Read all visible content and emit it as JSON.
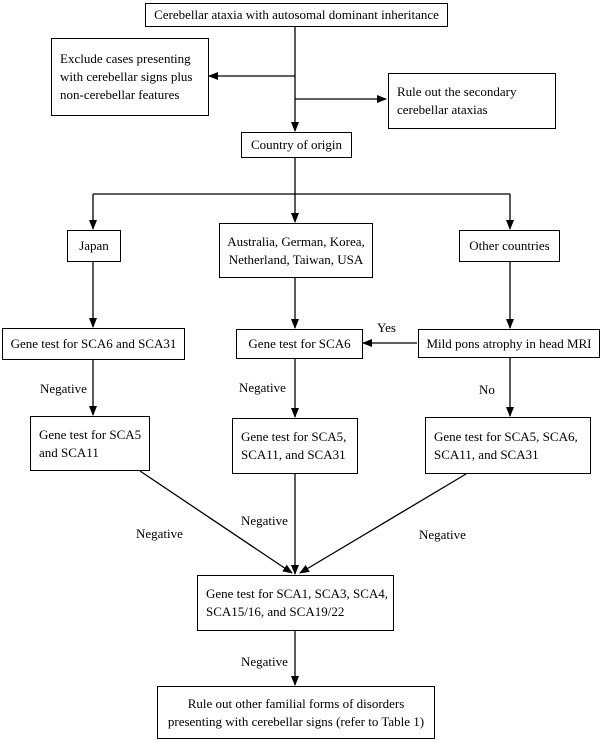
{
  "nodes": {
    "start": [
      "Cerebellar ataxia with autosomal dominant inheritance"
    ],
    "exclude": [
      "Exclude cases presenting",
      "with cerebellar signs plus",
      "non-cerebellar features"
    ],
    "secondary": [
      "Rule out the secondary",
      "cerebellar ataxias"
    ],
    "country": [
      "Country of origin"
    ],
    "japan": [
      "Japan"
    ],
    "group": [
      "Australia, German, Korea,",
      "Netherland, Taiwan, USA"
    ],
    "other": [
      "Other countries"
    ],
    "jp_test": [
      "Gene test for SCA6 and SCA31"
    ],
    "grp_test": [
      "Gene test for SCA6"
    ],
    "mri": [
      "Mild pons atrophy in head MRI"
    ],
    "jp_test2": [
      "Gene test for SCA5",
      "and SCA11"
    ],
    "grp_test2": [
      "Gene test for SCA5,",
      "SCA11, and SCA31"
    ],
    "other_test2": [
      "Gene test for SCA5, SCA6,",
      "SCA11, and SCA31"
    ],
    "common": [
      "Gene test for SCA1, SCA3, SCA4,",
      "SCA15/16, and SCA19/22"
    ],
    "final": [
      "Rule out other familial forms of disorders",
      "presenting with cerebellar signs (refer to Table 1)"
    ]
  },
  "edge_labels": {
    "yes": "Yes",
    "no": "No",
    "neg_jp": "Negative",
    "neg_grp": "Negative",
    "neg_left": "Negative",
    "neg_mid": "Negative",
    "neg_right": "Negative",
    "neg_final": "Negative"
  }
}
